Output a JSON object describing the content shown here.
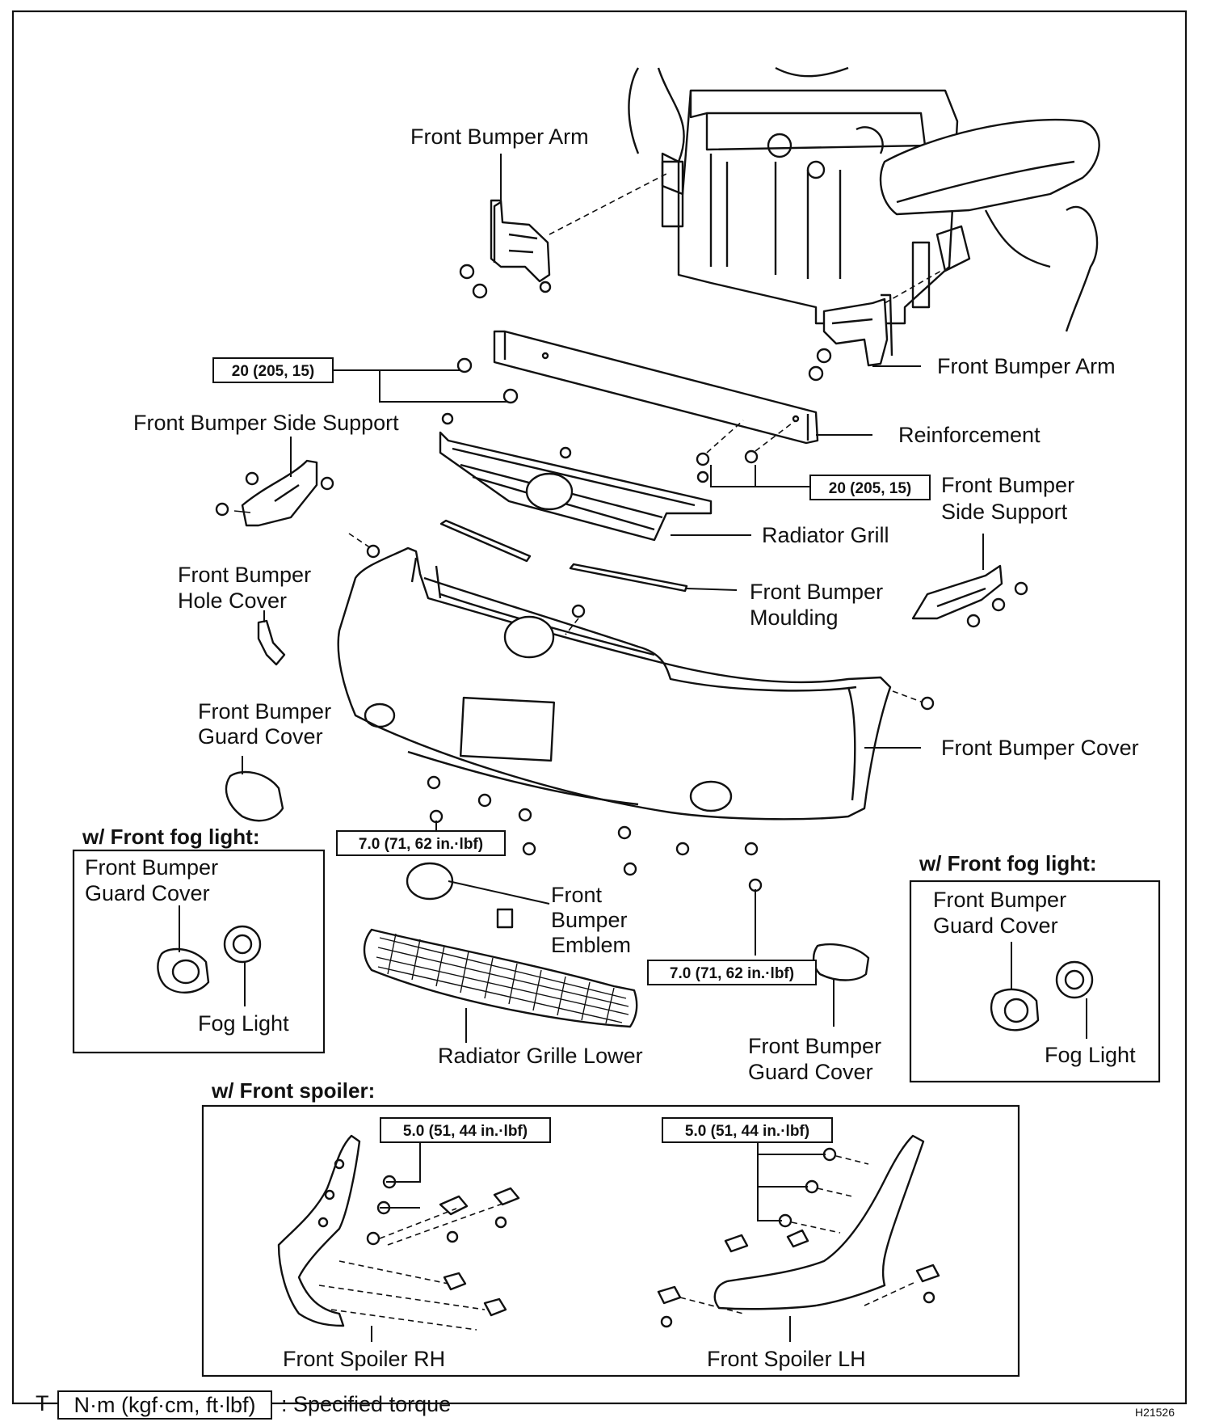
{
  "labels": {
    "front_bumper_arm_top": "Front Bumper Arm",
    "front_bumper_arm_right": "Front Bumper Arm",
    "reinforcement": "Reinforcement",
    "side_support_left": "Front Bumper Side Support",
    "side_support_right_1": "Front Bumper",
    "side_support_right_2": "Side Support",
    "radiator_grill": "Radiator Grill",
    "moulding_1": "Front Bumper",
    "moulding_2": "Moulding",
    "hole_cover_1": "Front Bumper",
    "hole_cover_2": "Hole Cover",
    "guard_cover_upper_1": "Front Bumper",
    "guard_cover_upper_2": "Guard Cover",
    "bumper_cover": "Front Bumper Cover",
    "emblem_1": "Front",
    "emblem_2": "Bumper",
    "emblem_3": "Emblem",
    "grille_lower": "Radiator Grille Lower",
    "guard_cover_lower_1": "Front Bumper",
    "guard_cover_lower_2": "Guard Cover",
    "spoiler_rh": "Front Spoiler RH",
    "spoiler_lh": "Front Spoiler LH"
  },
  "fog_left": {
    "header": "w/ Front fog light:",
    "guard_1": "Front Bumper",
    "guard_2": "Guard Cover",
    "fog": "Fog Light"
  },
  "fog_right": {
    "header": "w/ Front fog light:",
    "guard_1": "Front Bumper",
    "guard_2": "Guard Cover",
    "fog": "Fog Light"
  },
  "spoiler_section": {
    "header": "w/ Front spoiler:"
  },
  "torques": {
    "reinforcement_left": "20 (205, 15)",
    "reinforcement_right": "20 (205, 15)",
    "cover_left": "7.0 (71, 62 in.·lbf)",
    "cover_right": "7.0 (71, 62 in.·lbf)",
    "spoiler_rh": "5.0 (51, 44 in.·lbf)",
    "spoiler_lh": "5.0 (51, 44 in.·lbf)"
  },
  "legend": {
    "prefix": "T",
    "unit_box": "N·m (kgf·cm, ft·lbf)",
    "text": ": Specified torque"
  },
  "figure_code": "H21526"
}
